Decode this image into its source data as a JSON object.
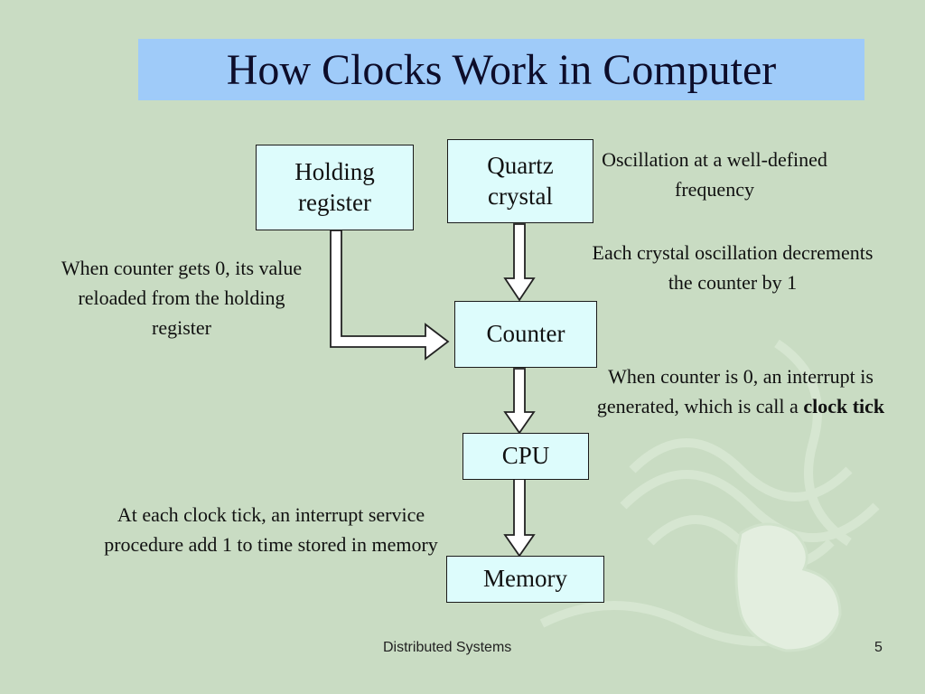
{
  "title": "How Clocks Work in Computer",
  "nodes": {
    "holding_register": "Holding register",
    "quartz_crystal": "Quartz crystal",
    "counter": "Counter",
    "cpu": "CPU",
    "memory": "Memory"
  },
  "notes": {
    "oscillation": "Oscillation at a well-defined frequency",
    "decrement": "Each crystal oscillation decrements the counter by 1",
    "reload": "When counter gets 0, its value reloaded from the holding register",
    "interrupt_prefix": "When counter is 0, an interrupt is generated, which is call a ",
    "interrupt_bold": "clock tick",
    "service": "At each clock tick, an interrupt service procedure add 1 to time stored in memory"
  },
  "footer": {
    "course": "Distributed Systems",
    "page_number": "5"
  },
  "colors": {
    "background": "#c9dcc3",
    "title_box": "#9fcbf9",
    "node_fill": "#ddfcfc"
  }
}
